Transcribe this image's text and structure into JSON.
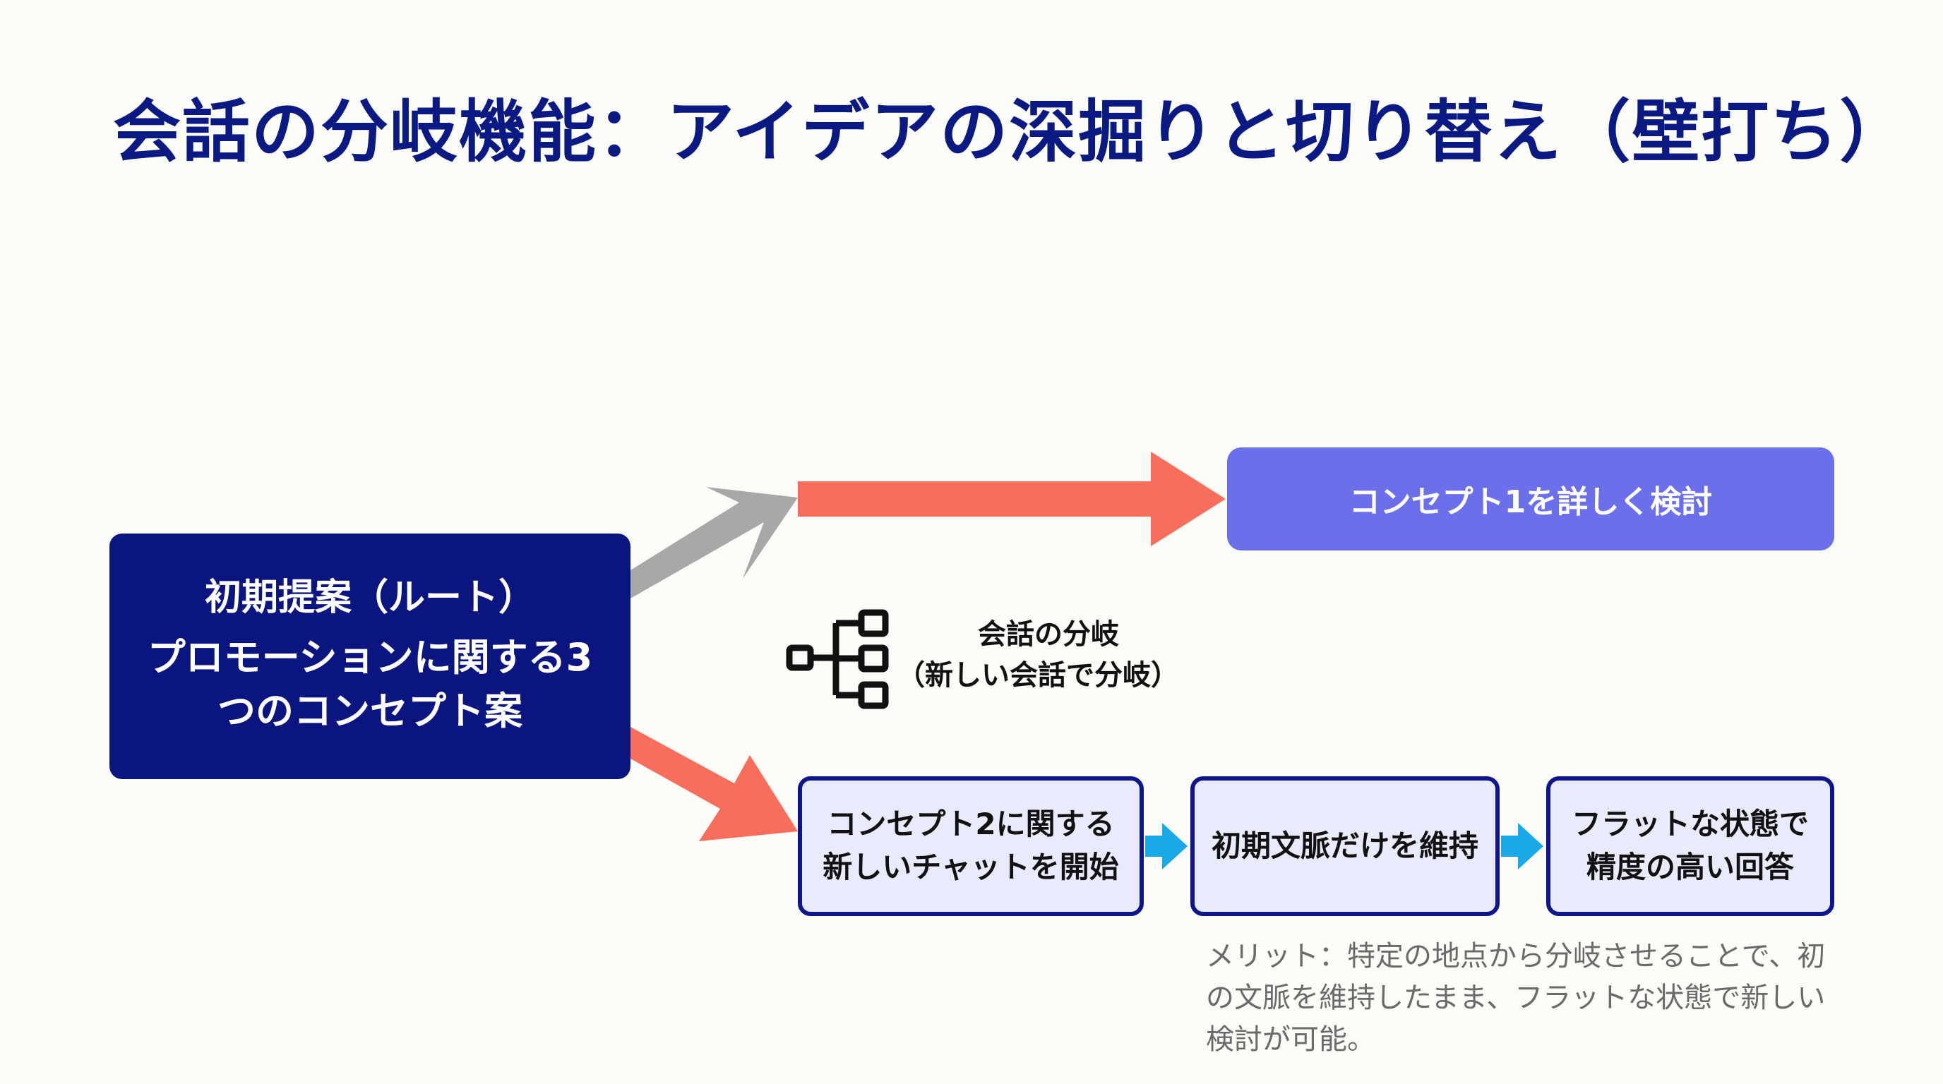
{
  "title": "会話の分岐機能：アイデアの深掘りと切り替え（壁打ち）",
  "root": {
    "line1": "初期提案（ルート）",
    "line2": "プロモーションに関する3つのコンセプト案"
  },
  "concept1": "コンセプト1を詳しく検討",
  "branch": {
    "line1": "会話の分岐",
    "line2": "（新しい会話で分岐）",
    "icon": "branch-tree-icon"
  },
  "steps": [
    "コンセプト2に関する新しいチャットを開始",
    "初期文脈だけを維持",
    "フラットな状態で精度の高い回答"
  ],
  "merit": "メリット：特定の地点から分岐させることで、初の文脈を維持したまま、フラットな状態で新しい検討が可能。",
  "colors": {
    "title": "#0a1a82",
    "root_bg": "#0a1580",
    "concept1_bg": "#6b70ea",
    "step_bg": "#e9eafc",
    "step_border": "#0c168a",
    "arrow_red": "#f76f5c",
    "arrow_gray": "#a8a8a8",
    "arrow_blue": "#19a8e8"
  }
}
